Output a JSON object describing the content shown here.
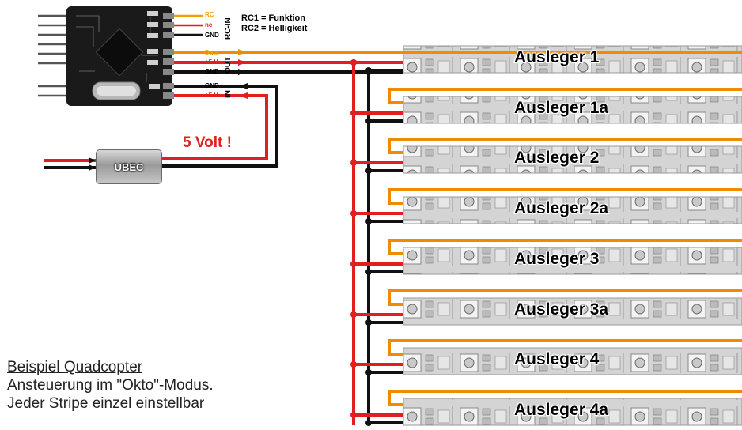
{
  "controller": {
    "rc_in_pins": [
      {
        "label": "RC",
        "color": "#f0a000"
      },
      {
        "label": "nc",
        "color": "#e02020"
      },
      {
        "label": "GND",
        "color": "#000000"
      }
    ],
    "out_pins": [
      {
        "label": "Data",
        "color": "#f0a000"
      },
      {
        "label": "+5 V",
        "color": "#e02020"
      },
      {
        "label": "GND",
        "color": "#000000"
      }
    ],
    "in_pins": [
      {
        "label": "GND",
        "color": "#000000"
      },
      {
        "label": "+5 V",
        "color": "#e02020"
      }
    ],
    "section_rc_in": "RC-IN",
    "section_out": "OUT",
    "section_in": "IN",
    "rc_note_1": "RC1 = Funktion",
    "rc_note_2": "RC2 = Helligkeit"
  },
  "ubec": {
    "label": "UBEC"
  },
  "voltage_warning": "5 Volt !",
  "strips": [
    {
      "label": "Ausleger 1"
    },
    {
      "label": "Ausleger 1a"
    },
    {
      "label": "Ausleger 2"
    },
    {
      "label": "Ausleger 2a"
    },
    {
      "label": "Ausleger 3"
    },
    {
      "label": "Ausleger 3a"
    },
    {
      "label": "Ausleger 4"
    },
    {
      "label": "Ausleger 4a"
    }
  ],
  "caption": {
    "line1": "Beispiel Quadcopter",
    "line2": "Ansteuerung im \"Okto\"-Modus.",
    "line3": "Jeder Stripe einzel einstellbar"
  },
  "colors": {
    "data_wire": "#f08a00",
    "power_wire": "#e02020",
    "ground_wire": "#111111",
    "strip_body": "#d9d9d9",
    "led_body": "#f2f2f2"
  }
}
